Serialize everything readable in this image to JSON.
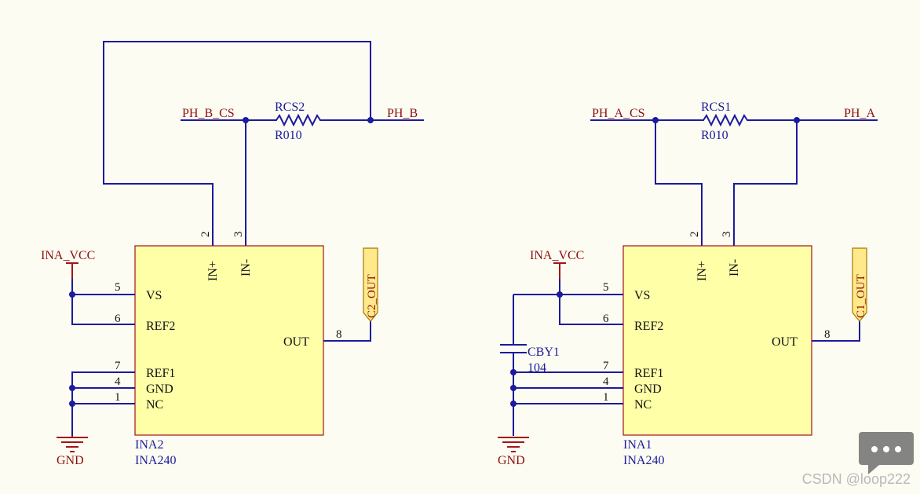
{
  "circuits": [
    {
      "designator": "INA2",
      "part": "INA240",
      "pins": {
        "in_plus_num": "2",
        "in_minus_num": "3",
        "in_plus": "IN+",
        "in_minus": "IN-",
        "vs_num": "5",
        "vs": "VS",
        "ref2_num": "6",
        "ref2": "REF2",
        "ref1_num": "7",
        "ref1": "REF1",
        "gnd_num": "4",
        "gnd": "GND",
        "nc_num": "1",
        "nc": "NC",
        "out_num": "8",
        "out": "OUT"
      },
      "power": "INA_VCC",
      "ground": "GND",
      "shunt": {
        "designator": "RCS2",
        "value": "R010"
      },
      "net_left": "PH_B_CS",
      "net_right": "PH_B",
      "output_port": "C2_OUT"
    },
    {
      "designator": "INA1",
      "part": "INA240",
      "pins": {
        "in_plus_num": "2",
        "in_minus_num": "3",
        "in_plus": "IN+",
        "in_minus": "IN-",
        "vs_num": "5",
        "vs": "VS",
        "ref2_num": "6",
        "ref2": "REF2",
        "ref1_num": "7",
        "ref1": "REF1",
        "gnd_num": "4",
        "gnd": "GND",
        "nc_num": "1",
        "nc": "NC",
        "out_num": "8",
        "out": "OUT"
      },
      "power": "INA_VCC",
      "ground": "GND",
      "shunt": {
        "designator": "RCS1",
        "value": "R010"
      },
      "net_left": "PH_A_CS",
      "net_right": "PH_A",
      "output_port": "C1_OUT",
      "bypass_cap": {
        "designator": "CBY1",
        "value": "104"
      }
    }
  ],
  "watermark": "CSDN @loop222",
  "colors": {
    "wire": "#1b1b9e",
    "power_net": "#a31515",
    "ic_fill": "#ffffa8",
    "port_fill": "#ffe98a",
    "background": "#fdfcf2"
  }
}
